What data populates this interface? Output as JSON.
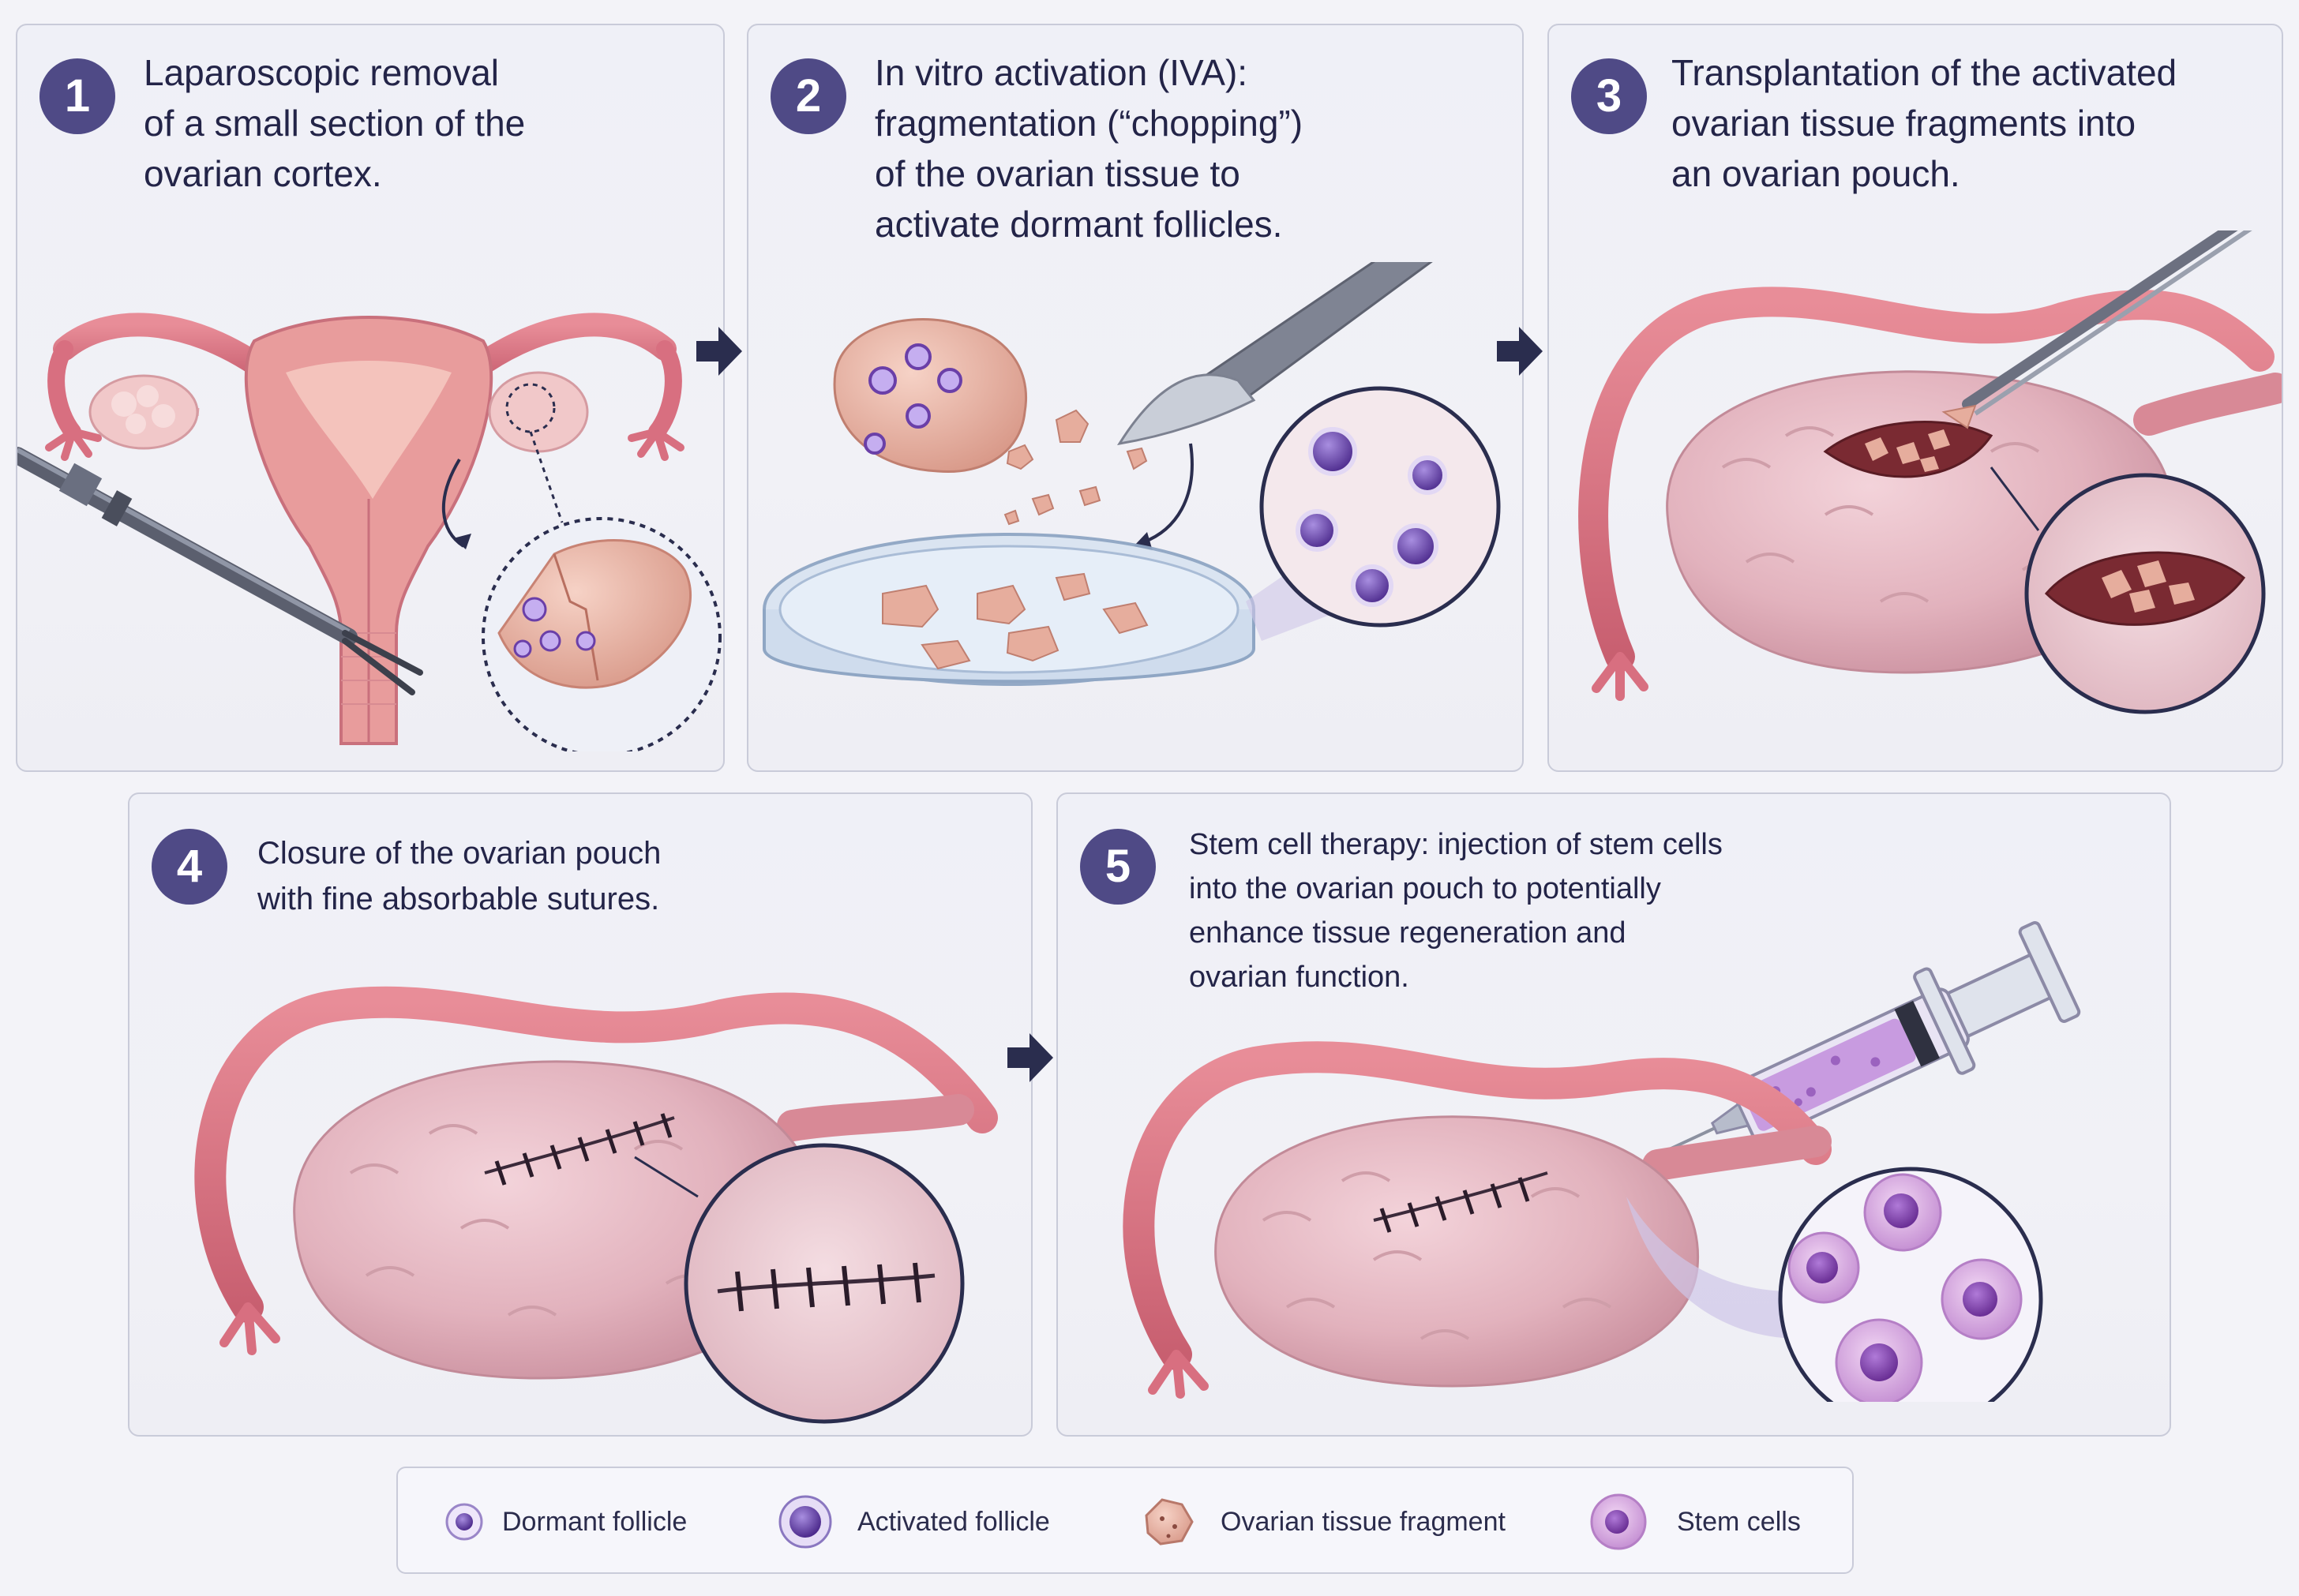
{
  "steps": [
    {
      "number": "1",
      "lines": [
        "Laparoscopic removal",
        "of a small section of the",
        "ovarian cortex."
      ]
    },
    {
      "number": "2",
      "lines": [
        "In vitro activation (IVA):",
        "fragmentation (“chopping”)",
        "of the ovarian tissue to",
        "activate dormant follicles."
      ]
    },
    {
      "number": "3",
      "lines": [
        "Transplantation of the activated",
        "ovarian tissue fragments into",
        "an ovarian pouch."
      ]
    },
    {
      "number": "4",
      "lines": [
        "Closure of the ovarian pouch",
        "with fine absorbable sutures."
      ]
    },
    {
      "number": "5",
      "lines": [
        "Stem cell therapy: injection of stem cells",
        "into the ovarian pouch to potentially",
        "enhance tissue regeneration and",
        "ovarian function."
      ]
    }
  ],
  "legend": [
    {
      "label": "Dormant follicle",
      "icon": "dormant-follicle-icon"
    },
    {
      "label": "Activated follicle",
      "icon": "activated-follicle-icon"
    },
    {
      "label": "Ovarian tissue fragment",
      "icon": "tissue-fragment-icon"
    },
    {
      "label": "Stem cells",
      "icon": "stem-cell-icon"
    }
  ],
  "colors": {
    "step_badge": "#4f4a86",
    "text": "#232448",
    "arrow": "#2a2d4e",
    "tissue": "#e8b9ae",
    "ovary": "#e2b2bd",
    "follicle": "#6a3fa8",
    "stem_cell": "#b77bcb"
  }
}
